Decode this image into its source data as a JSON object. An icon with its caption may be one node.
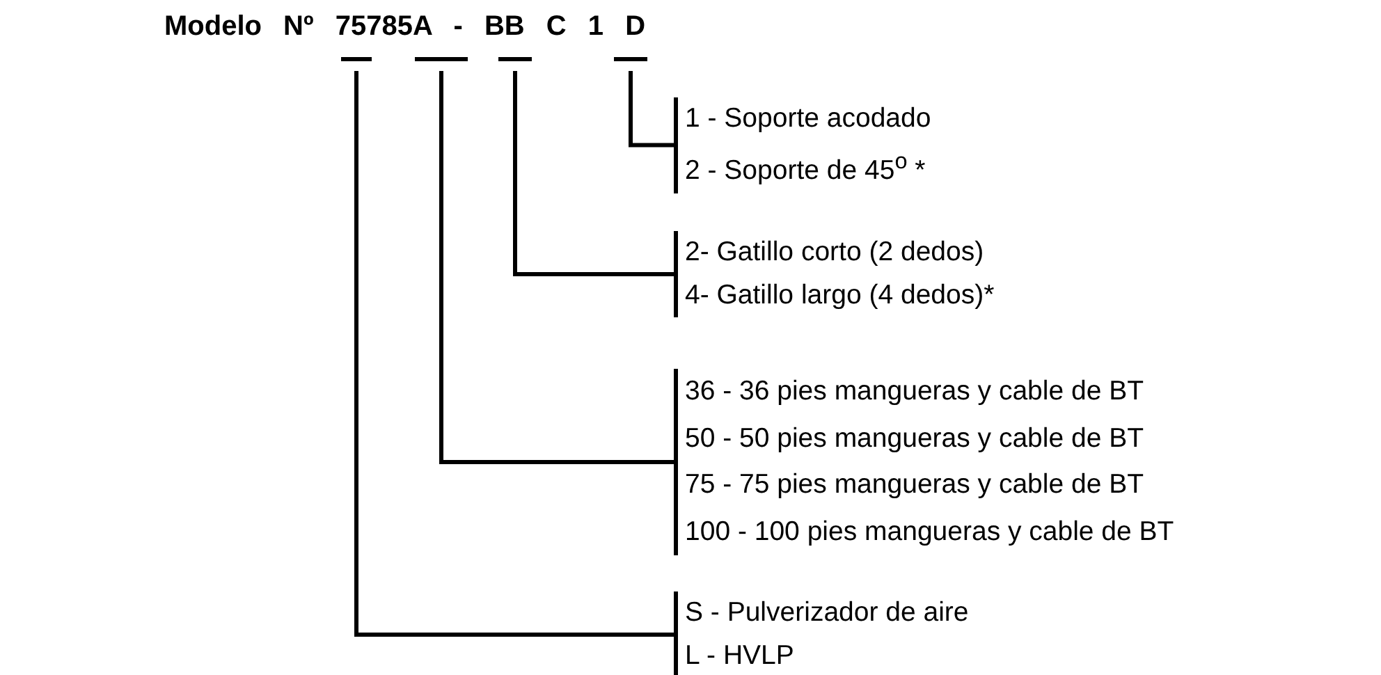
{
  "diagram": {
    "title": "Modelo Nº 75785A - BB C 1 D",
    "nodes": [
      {
        "text": [],
        "shape": "bar"
      },
      {
        "text": [],
        "shape": "bar"
      },
      {
        "text": [],
        "shape": "bar"
      },
      {
        "text": [],
        "shape": "bar"
      },
      {
        "text": [
          "1 - Soporte acodado",
          "2 - Soporte de 45$^{o}$ *"
        ]
      },
      {
        "text": [
          "2- Gatillo corto (2 dedos)",
          "4- Gatillo largo (4 dedos)*"
        ]
      },
      {
        "text": [
          "36 - 36 pies mangueras y cable de BT",
          "50 - 50 pies mangueras y cable de BT",
          "75 - 75 pies mangueras y cable de BT",
          "100 - 100 pies mangueras y cable de BT"
        ]
      },
      {
        "text": [
          "S - Pulverizador de aire",
          "L - HVLP"
        ]
      }
    ],
    "edges": [
      {
        "from": 3,
        "to": 4,
        "arrow": "none"
      },
      {
        "from": 2,
        "to": 5,
        "arrow": "none"
      },
      {
        "from": 1,
        "to": 6,
        "arrow": "none"
      },
      {
        "from": 0,
        "to": 7,
        "arrow": "none"
      }
    ]
  }
}
